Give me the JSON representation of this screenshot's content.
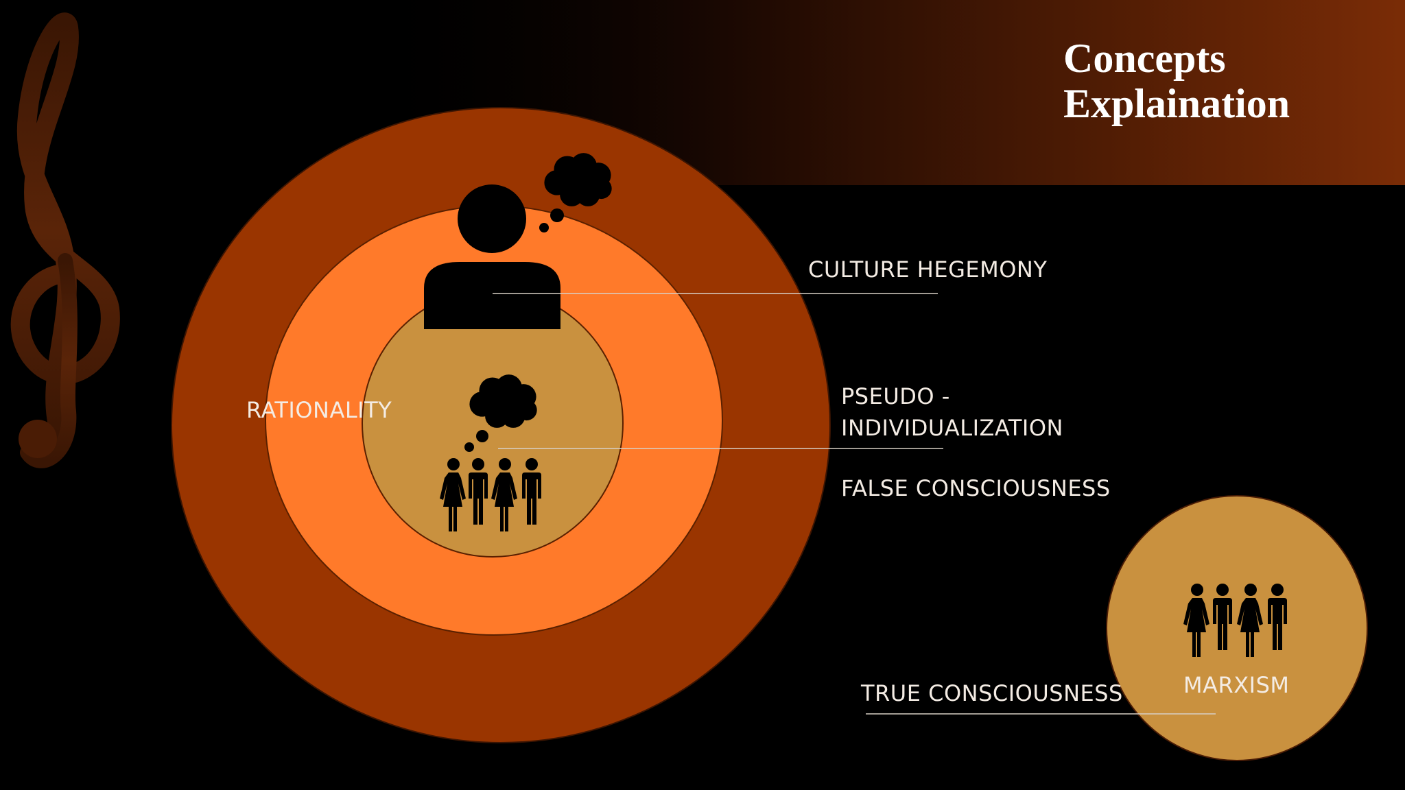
{
  "slide": {
    "title_line1": "Concepts",
    "title_line2": "Explaination"
  },
  "labels": {
    "rationality": "RATIONALITY",
    "culture_hegemony": "CULTURE HEGEMONY",
    "pseudo_line1": "PSEUDO -",
    "pseudo_line2": "INDIVIDUALIZATION",
    "false_consciousness": "FALSE CONSCIOUSNESS",
    "true_consciousness": "TRUE CONSCIOUSNESS",
    "marxism": "MARXISM"
  },
  "icons": [
    "treble-clef-icon",
    "person-icon",
    "thought-bubble-icon",
    "group-of-people-icon"
  ],
  "colors": {
    "background": "#000000",
    "outer_circle": "#9a3500",
    "middle_circle": "#ff7a2a",
    "inner_circle": "#c9913f",
    "marxism_circle": "#c9913f",
    "header_band": "#7a2c06",
    "text": "#f4ece4"
  }
}
